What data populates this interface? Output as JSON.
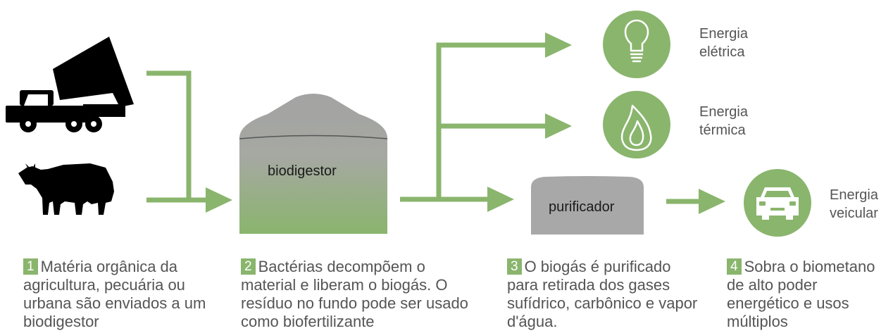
{
  "nodes": {
    "biodigestor": "biodigestor",
    "purificador": "purificador"
  },
  "outputs": {
    "electric": {
      "line1": "Energia",
      "line2": "elétrica"
    },
    "thermal": {
      "line1": "Energia",
      "line2": "térmica"
    },
    "vehicle": {
      "line1": "Energia",
      "line2": "veicular"
    }
  },
  "steps": [
    {
      "number": "1",
      "text": "Matéria orgânica da agricultura, pecuária ou urbana são enviados a um biodigestor"
    },
    {
      "number": "2",
      "text": "Bactérias decompõem o material e liberam o biogás. O resíduo no fundo pode ser usado como biofertilizante"
    },
    {
      "number": "3",
      "text": "O biogás é purificado para retirada dos gases sufídrico, carbônico e vapor d'água."
    },
    {
      "number": "4",
      "text": "Sobra o biometano de alto poder energético e usos múltiplos"
    }
  ],
  "colors": {
    "accent": "#8ab56d",
    "gray": "#a8a8a8",
    "icon": "#000000"
  },
  "icons": [
    "truck-icon",
    "cow-icon",
    "lightbulb-icon",
    "flame-icon",
    "car-icon"
  ]
}
